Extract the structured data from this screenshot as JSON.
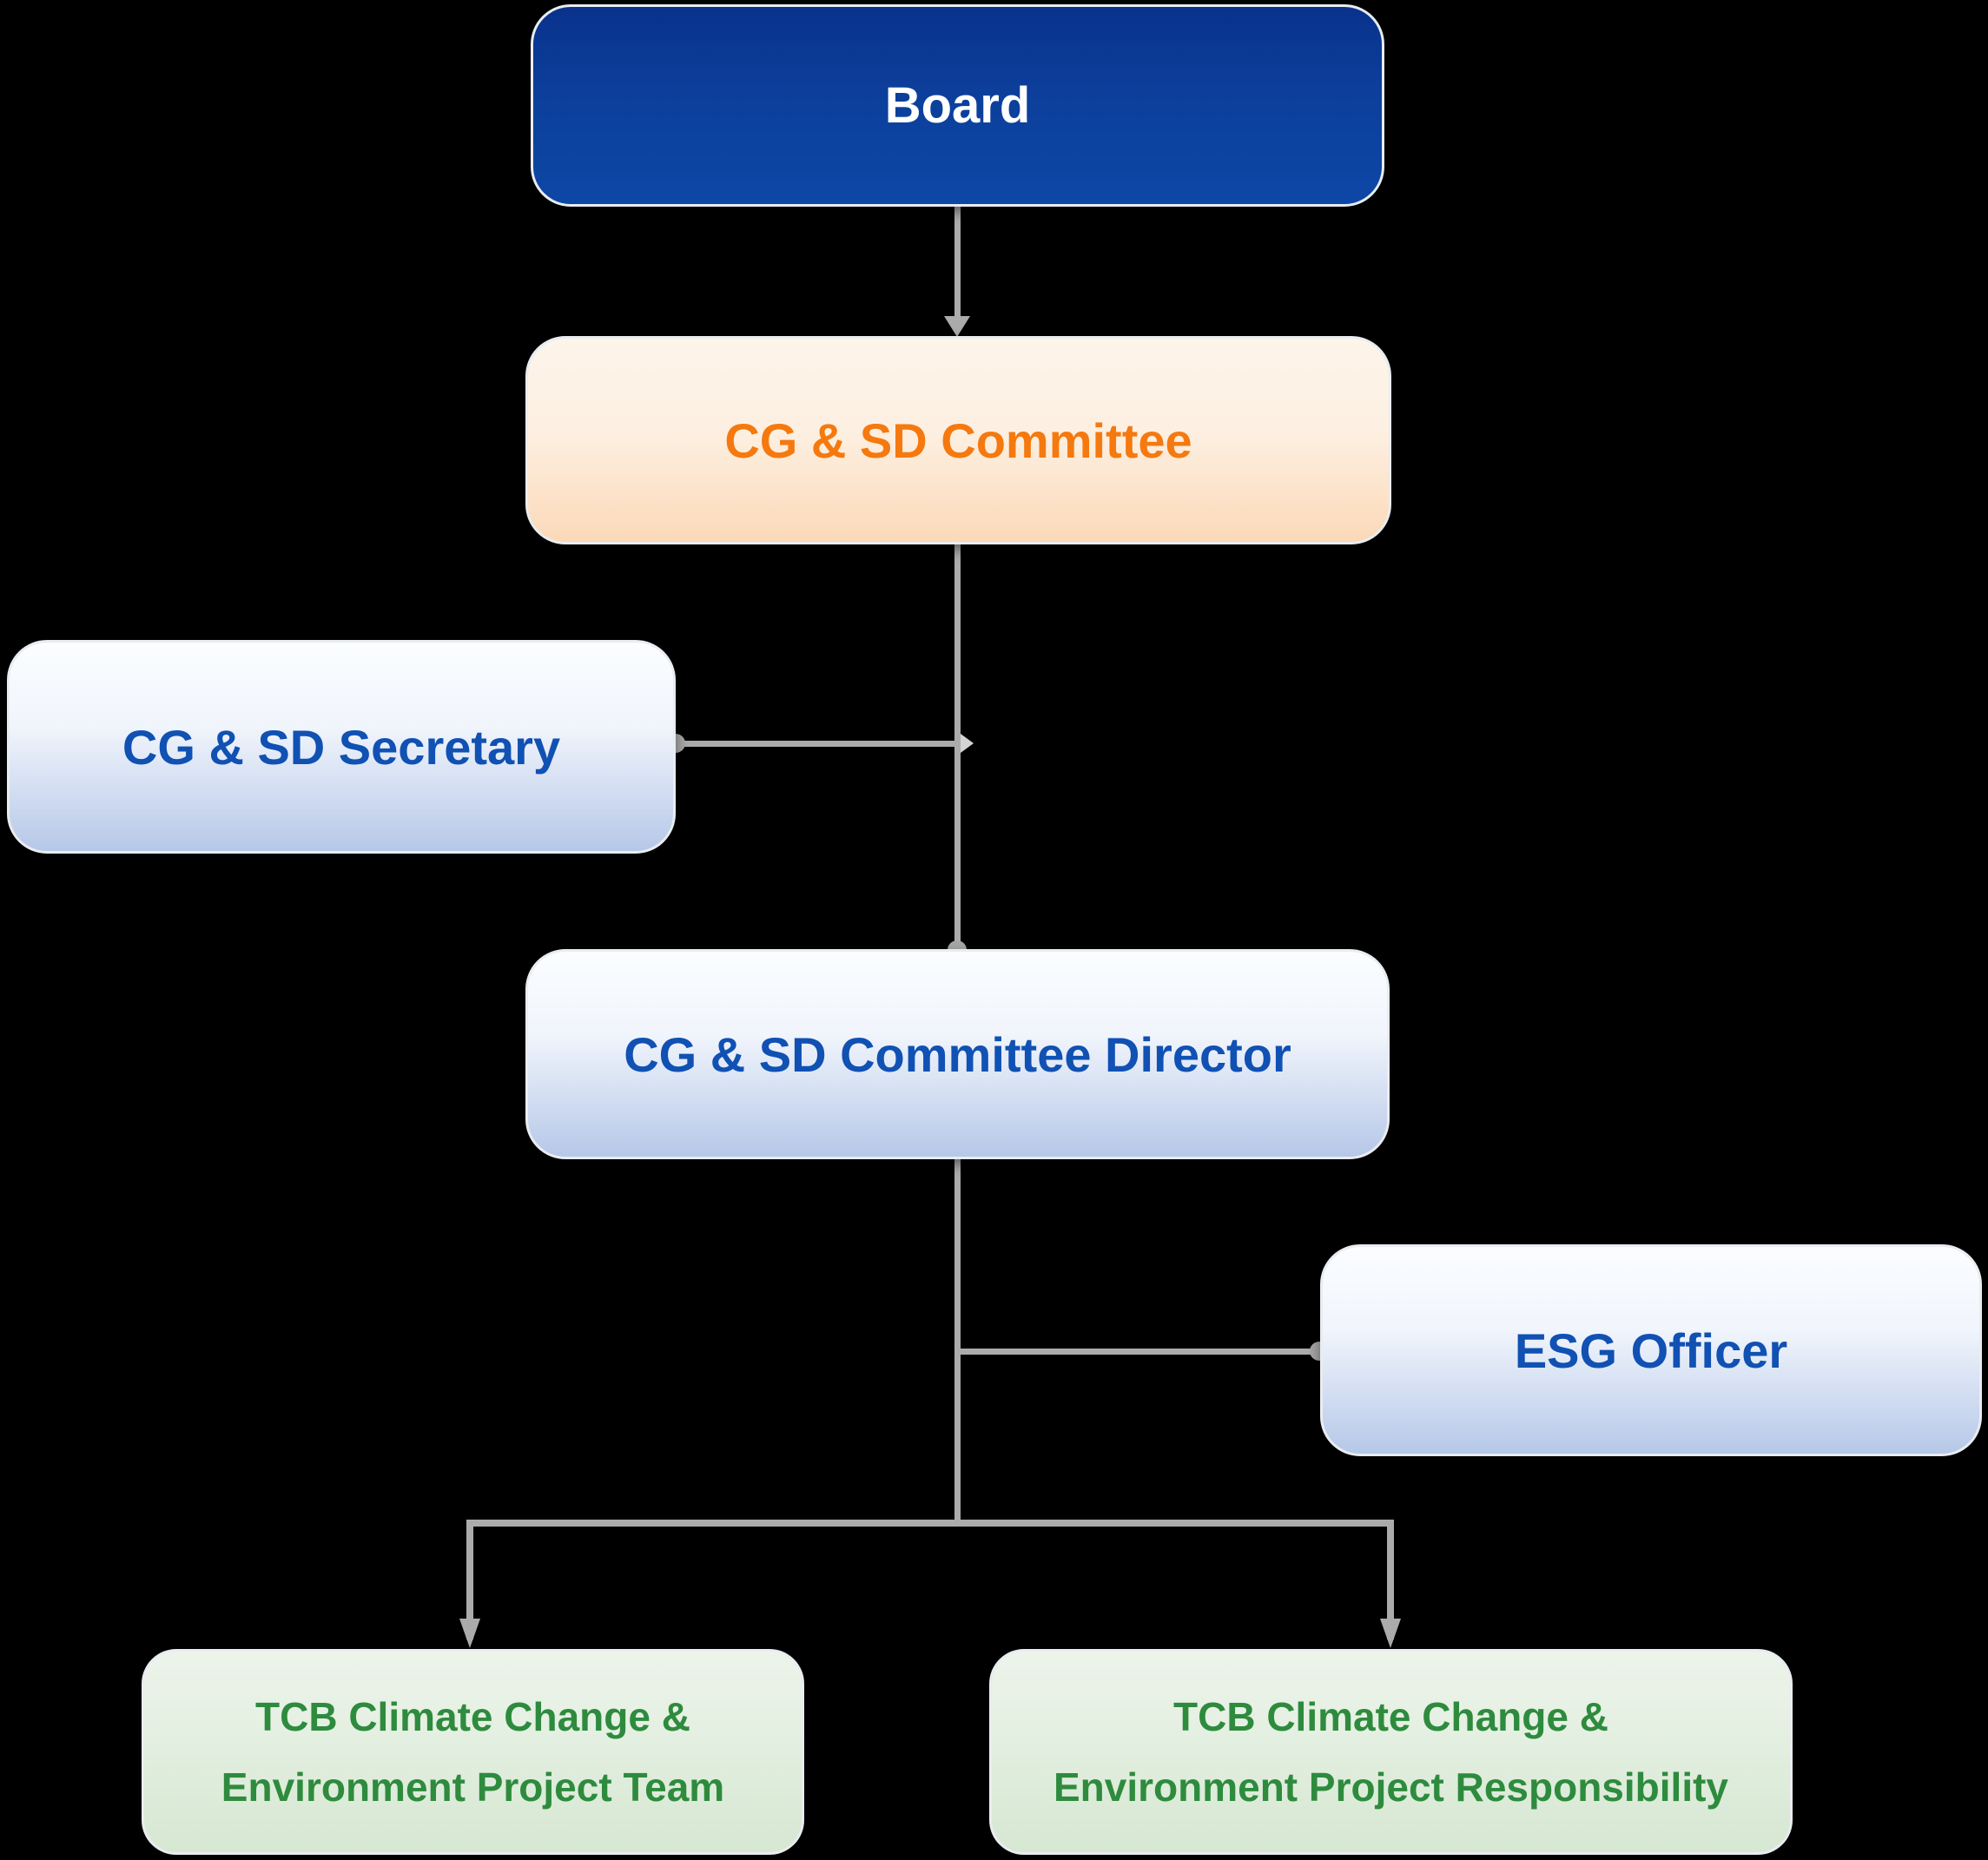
{
  "diagram": {
    "type": "org-chart",
    "background_color": "#000000",
    "connector_color": "#ababab",
    "nodes": [
      {
        "id": "board",
        "label": "Board",
        "fill": "#0c3f9c",
        "text_color": "#ffffff"
      },
      {
        "id": "cg-sd-committee",
        "label": "CG & SD Committee",
        "fill": "#fbe6cd",
        "text_color": "#f5790f"
      },
      {
        "id": "cg-sd-secretary",
        "label": "CG & SD Secretary",
        "fill": "#d7e0f2",
        "text_color": "#1051b3"
      },
      {
        "id": "cg-sd-committee-director",
        "label": "CG & SD Committee Director",
        "fill": "#d7e0f2",
        "text_color": "#1051b3"
      },
      {
        "id": "esg-officer",
        "label": "ESG Officer",
        "fill": "#d7e0f2",
        "text_color": "#1051b3"
      },
      {
        "id": "tcb-climate-change-environment-project-team",
        "label": "TCB Climate Change & Environment Project Team",
        "line1": "TCB Climate Change &",
        "line2": "Environment Project Team",
        "fill": "#e0ecdc",
        "text_color": "#2e8b3e"
      },
      {
        "id": "tcb-climate-change-environment-project-responsibility",
        "label": "TCB Climate Change & Environment Project Responsibility",
        "line1": "TCB Climate Change &",
        "line2": "Environment Project Responsibility",
        "fill": "#e0ecdc",
        "text_color": "#2e8b3e"
      }
    ],
    "edges": [
      {
        "from": "board",
        "to": "cg-sd-committee"
      },
      {
        "from": "cg-sd-committee",
        "to": "cg-sd-committee-director"
      },
      {
        "from": "cg-sd-secretary",
        "to": "cg-sd-committee / cg-sd-committee-director trunk"
      },
      {
        "from": "cg-sd-committee-director",
        "to": "esg-officer"
      },
      {
        "from": "cg-sd-committee-director",
        "to": "tcb-climate-change-environment-project-team"
      },
      {
        "from": "cg-sd-committee-director",
        "to": "tcb-climate-change-environment-project-responsibility"
      }
    ]
  }
}
